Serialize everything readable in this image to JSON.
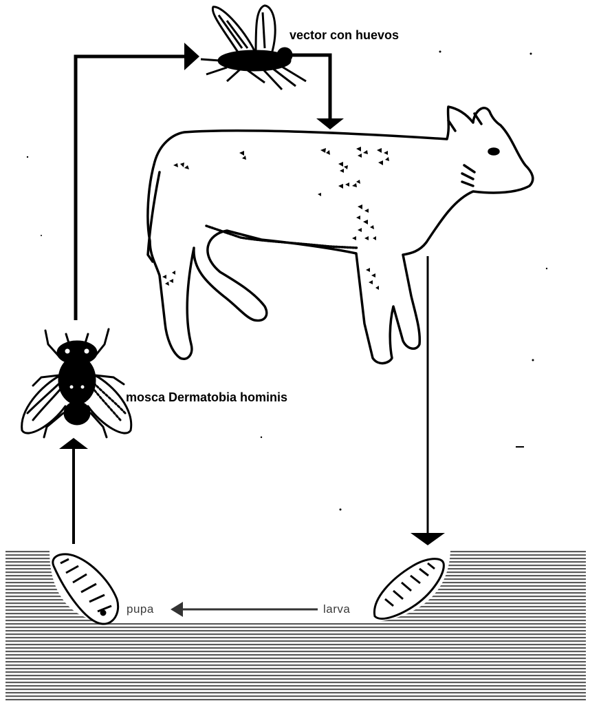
{
  "labels": {
    "vector": "vector con huevos",
    "fly": "mosca Dermatobia hominis",
    "larva": "larva",
    "pupa": "pupa"
  },
  "icons": [
    "vector-fly-icon",
    "cow-icon",
    "adult-fly-icon",
    "larva-icon",
    "pupa-icon"
  ],
  "colors": {
    "ink": "#000000",
    "paper": "#ffffff",
    "soil_stripe": "#5a5a5a"
  }
}
